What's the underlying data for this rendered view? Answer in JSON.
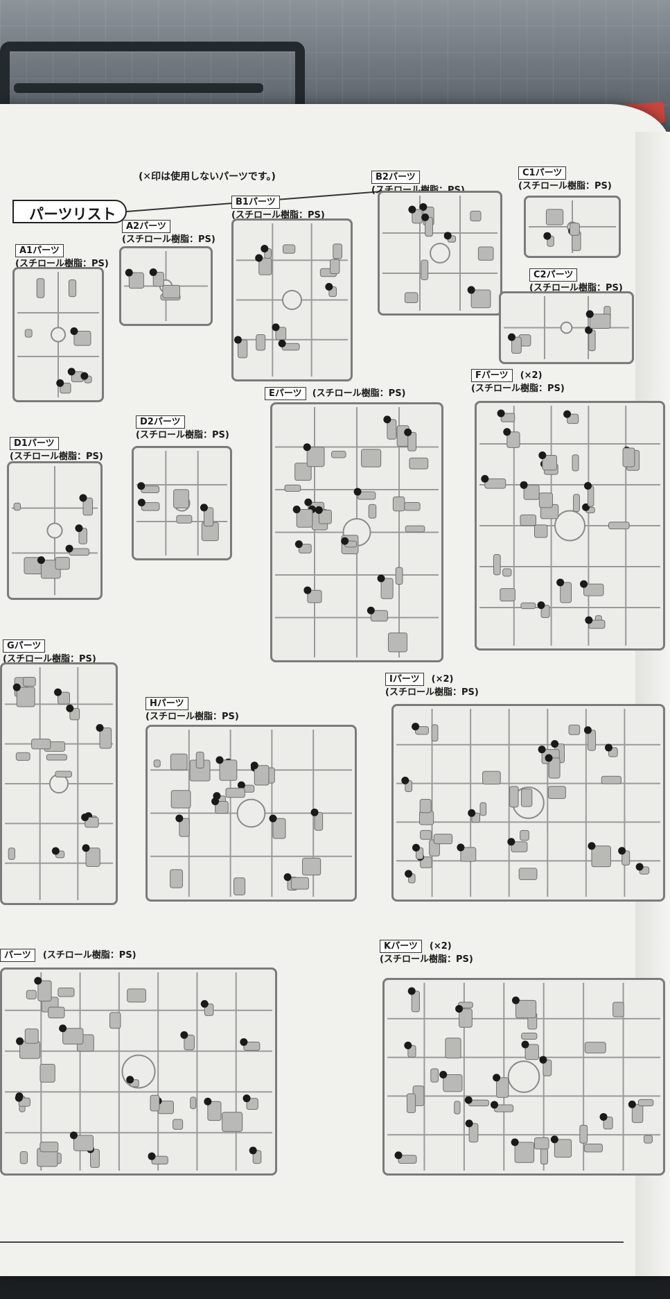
{
  "page": {
    "section_title": "パーツリスト",
    "note": "(✕印は使用しないパーツです。)"
  },
  "material": "(スチロール樹脂：PS)",
  "parts": [
    {
      "id": "a1",
      "label": "A1パーツ",
      "qty": ""
    },
    {
      "id": "a2",
      "label": "A2パーツ",
      "qty": ""
    },
    {
      "id": "b1",
      "label": "B1パーツ",
      "qty": ""
    },
    {
      "id": "b2",
      "label": "B2パーツ",
      "qty": ""
    },
    {
      "id": "c1",
      "label": "C1パーツ",
      "qty": ""
    },
    {
      "id": "c2",
      "label": "C2パーツ",
      "qty": ""
    },
    {
      "id": "d1",
      "label": "D1パーツ",
      "qty": ""
    },
    {
      "id": "d2",
      "label": "D2パーツ",
      "qty": ""
    },
    {
      "id": "e",
      "label": "Eパーツ",
      "qty": ""
    },
    {
      "id": "f",
      "label": "Fパーツ",
      "qty": "(×2)"
    },
    {
      "id": "g",
      "label": "Gパーツ",
      "qty": ""
    },
    {
      "id": "h",
      "label": "Hパーツ",
      "qty": ""
    },
    {
      "id": "i",
      "label": "Iパーツ",
      "qty": "(×2)"
    },
    {
      "id": "j",
      "label": "パーツ",
      "qty": ""
    },
    {
      "id": "k",
      "label": "Kパーツ",
      "qty": "(×2)"
    }
  ]
}
